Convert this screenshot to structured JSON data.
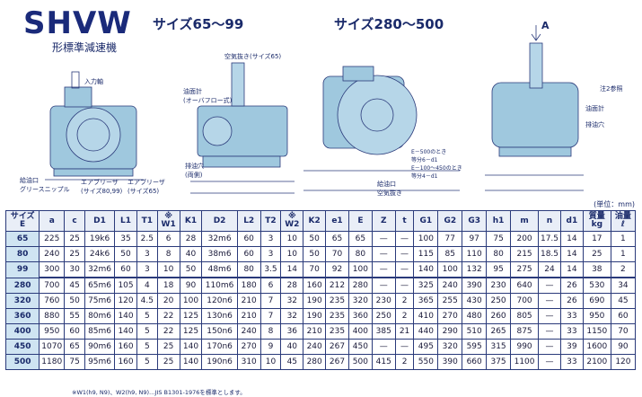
{
  "header": {
    "title": "SHVW",
    "subtitle": "形標準減速機",
    "range1": "サイズ65～99",
    "range2": "サイズ280～500"
  },
  "colors": {
    "body": "#9fc8de",
    "line": "#2a3a7a",
    "header_bg": "#e9eef7",
    "size_bg": "#cfe4f2"
  },
  "drawing_labels": {
    "input_shaft": "入力軸",
    "grease_nipple": "給油口\nグリースニップル",
    "air_breather_80_99": "エアブリーザ\n(サイズ80,99)",
    "air_breather_65": "エアブリーザ\n(サイズ65)",
    "air_vent_65": "空気抜き(サイズ65)",
    "oil_gauge_overflow": "油面計\n(オーバフロー式)",
    "drain_both": "排油穴\n(両側)",
    "oil_gauge": "油面計",
    "drain": "排油穴",
    "inlet_vent": "給油口\n空気抜き",
    "e_note": "E－500のとき\n等分6－d1\nE－100～450のとき\n等分4－d1",
    "note_ref": "注2参照",
    "arrow_a": "A"
  },
  "unit_note": "(単位：mm)",
  "table": {
    "headers": [
      "サイズ\nE",
      "a",
      "c",
      "D1",
      "L1",
      "T1",
      "※\nW1",
      "K1",
      "D2",
      "L2",
      "T2",
      "※\nW2",
      "K2",
      "e1",
      "E",
      "Z",
      "t",
      "G1",
      "G2",
      "G3",
      "h1",
      "m",
      "n",
      "d1",
      "質量\nkg",
      "油量\nℓ"
    ],
    "rows": [
      [
        "65",
        "225",
        "25",
        "19k6",
        "35",
        "2.5",
        "6",
        "28",
        "32m6",
        "60",
        "3",
        "10",
        "50",
        "65",
        "65",
        "—",
        "—",
        "100",
        "77",
        "97",
        "75",
        "200",
        "17.5",
        "14",
        "17",
        "1"
      ],
      [
        "80",
        "240",
        "25",
        "24k6",
        "50",
        "3",
        "8",
        "40",
        "38m6",
        "60",
        "3",
        "10",
        "50",
        "70",
        "80",
        "—",
        "—",
        "115",
        "85",
        "110",
        "80",
        "215",
        "18.5",
        "14",
        "25",
        "1"
      ],
      [
        "99",
        "300",
        "30",
        "32m6",
        "60",
        "3",
        "10",
        "50",
        "48m6",
        "80",
        "3.5",
        "14",
        "70",
        "92",
        "100",
        "—",
        "—",
        "140",
        "100",
        "132",
        "95",
        "275",
        "24",
        "14",
        "38",
        "2"
      ],
      [
        "280",
        "700",
        "45",
        "65m6",
        "105",
        "4",
        "18",
        "90",
        "110m6",
        "180",
        "6",
        "28",
        "160",
        "212",
        "280",
        "—",
        "—",
        "325",
        "240",
        "390",
        "230",
        "640",
        "—",
        "26",
        "530",
        "34"
      ],
      [
        "320",
        "760",
        "50",
        "75m6",
        "120",
        "4.5",
        "20",
        "100",
        "120n6",
        "210",
        "7",
        "32",
        "190",
        "235",
        "320",
        "230",
        "2",
        "365",
        "255",
        "430",
        "250",
        "700",
        "—",
        "26",
        "690",
        "45"
      ],
      [
        "360",
        "880",
        "55",
        "80m6",
        "140",
        "5",
        "22",
        "125",
        "130n6",
        "210",
        "7",
        "32",
        "190",
        "235",
        "360",
        "250",
        "2",
        "410",
        "270",
        "480",
        "260",
        "805",
        "—",
        "33",
        "950",
        "60"
      ],
      [
        "400",
        "950",
        "60",
        "85m6",
        "140",
        "5",
        "22",
        "125",
        "150n6",
        "240",
        "8",
        "36",
        "210",
        "235",
        "400",
        "385",
        "21",
        "440",
        "290",
        "510",
        "265",
        "875",
        "—",
        "33",
        "1150",
        "70"
      ],
      [
        "450",
        "1070",
        "65",
        "90m6",
        "160",
        "5",
        "25",
        "140",
        "170n6",
        "270",
        "9",
        "40",
        "240",
        "267",
        "450",
        "—",
        "—",
        "495",
        "320",
        "595",
        "315",
        "990",
        "—",
        "39",
        "1600",
        "90"
      ],
      [
        "500",
        "1180",
        "75",
        "95m6",
        "160",
        "5",
        "25",
        "140",
        "190n6",
        "310",
        "10",
        "45",
        "280",
        "267",
        "500",
        "415",
        "2",
        "550",
        "390",
        "660",
        "375",
        "1100",
        "—",
        "33",
        "2100",
        "120"
      ]
    ]
  },
  "footnote": "※W1(h9, N9)、W2(h9, N9)…JIS B1301-1976を標準とします。"
}
